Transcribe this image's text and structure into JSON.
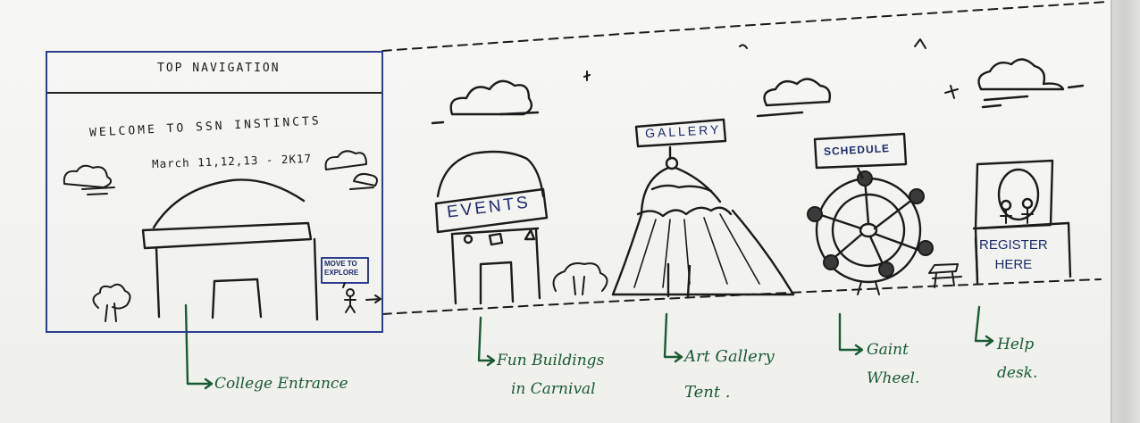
{
  "wireframe": {
    "nav_label": "TOP NAVIGATION",
    "welcome": "WELCOME TO SSN INSTINCTS",
    "dates": "March 11,12,13 - 2K17",
    "explore_sign": [
      "MOVE TO",
      "EXPLORE"
    ]
  },
  "signs": {
    "events": "EVENTS",
    "gallery": "GALLERY",
    "schedule": "SCHEDULE",
    "register": [
      "REGISTER",
      "HERE"
    ]
  },
  "notes": {
    "college_entrance": "College Entrance",
    "fun_buildings": [
      "Fun Buildings",
      "in Carnival"
    ],
    "art_gallery": [
      "Art Gallery",
      "Tent ."
    ],
    "giant_wheel": [
      "Gaint",
      "Wheel."
    ],
    "help_desk": [
      "Help",
      "desk."
    ]
  },
  "colors": {
    "ink": "#1b1b1b",
    "wireframe_border": "#2c3d8f",
    "sign_text": "#1d2a6b",
    "annotation": "#1a5a33"
  }
}
